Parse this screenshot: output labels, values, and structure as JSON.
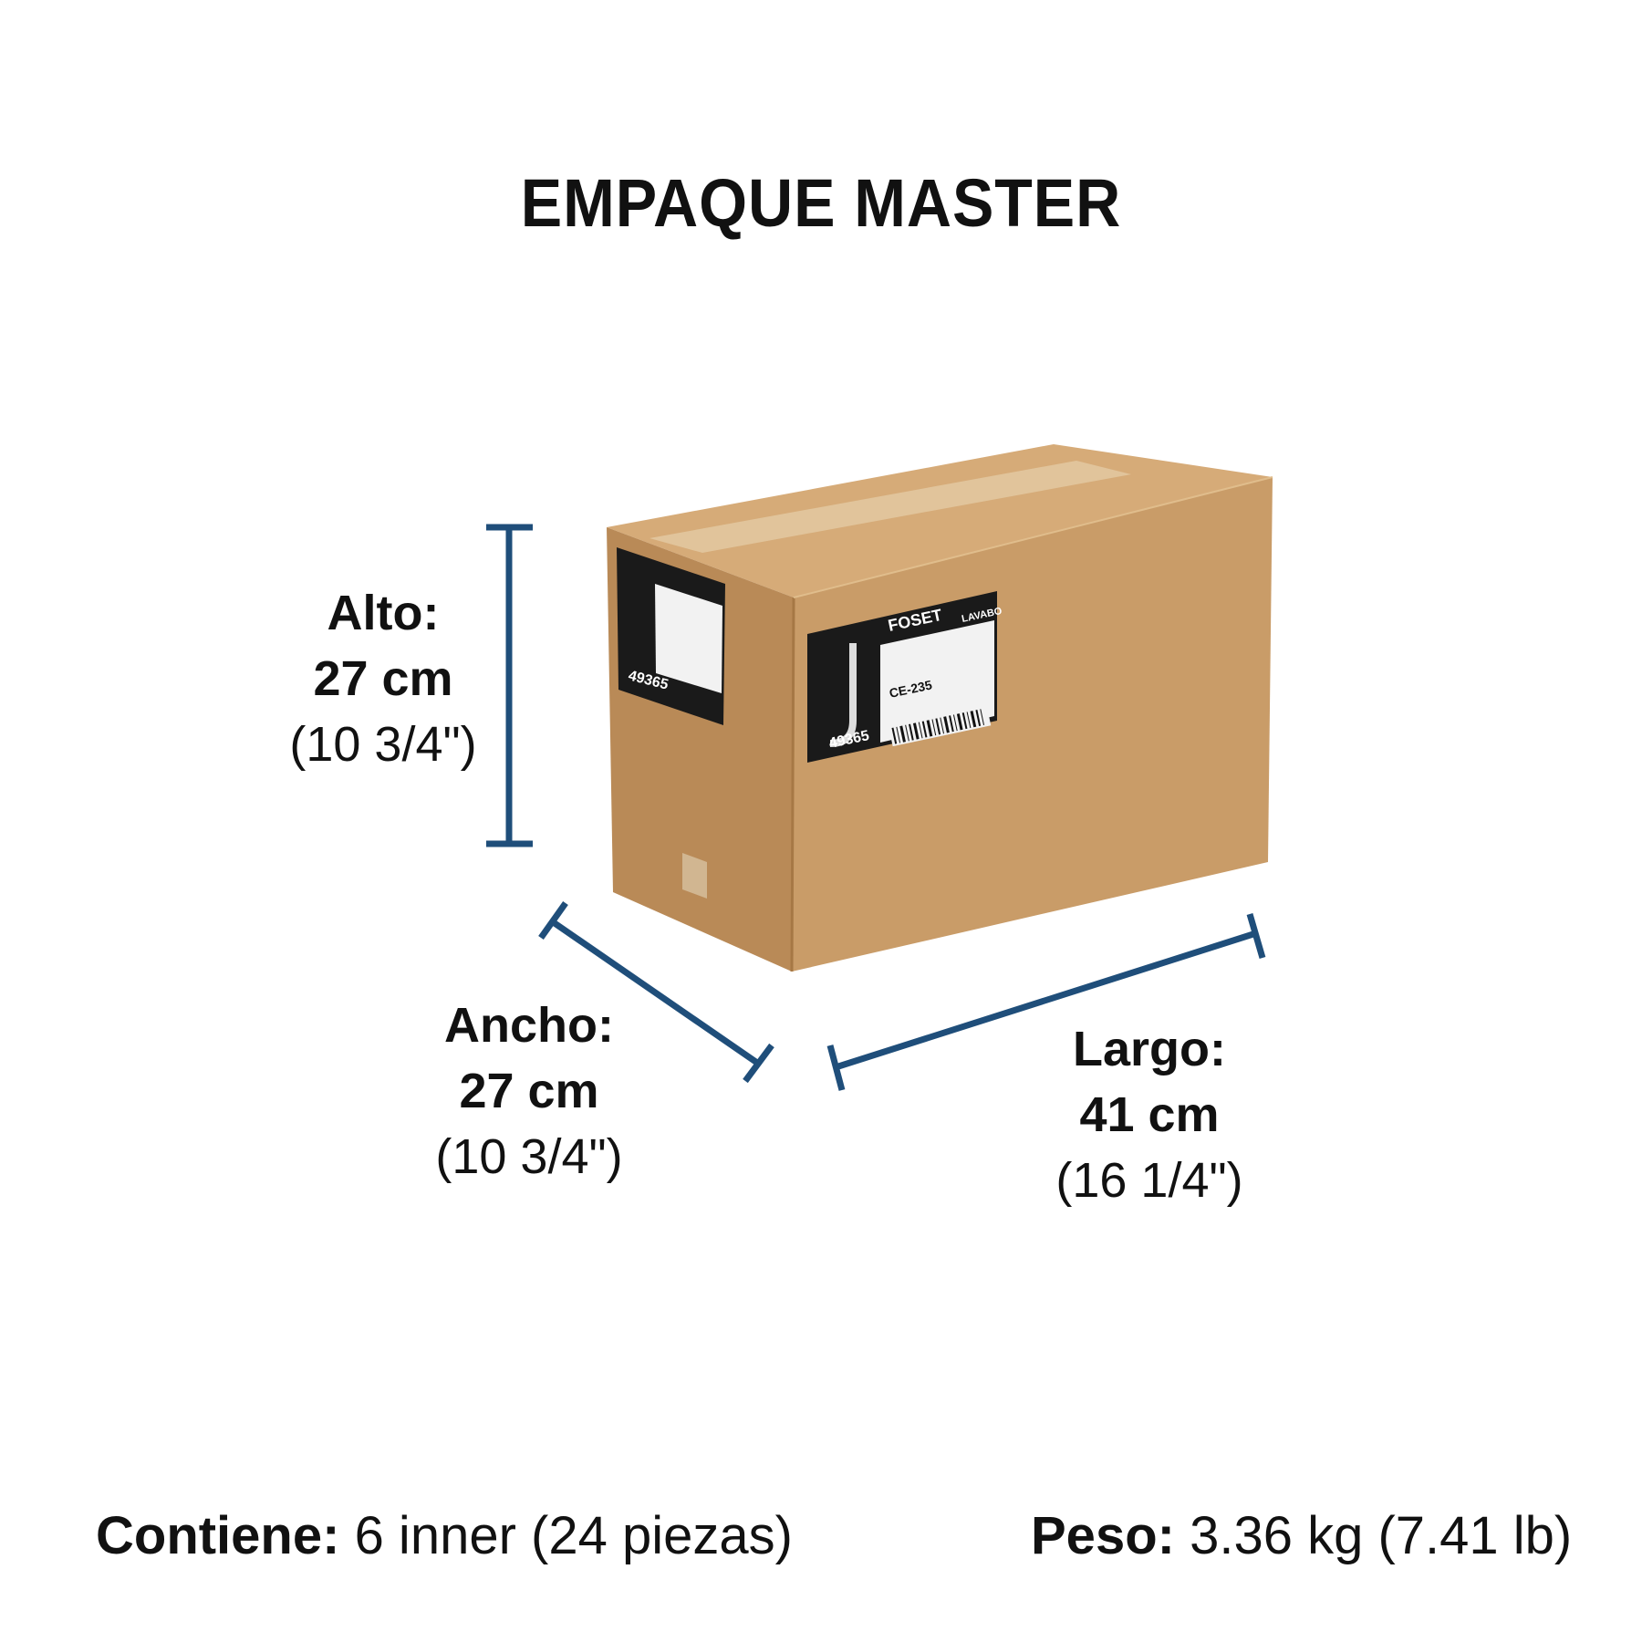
{
  "title": "EMPAQUE MASTER",
  "dimensions": {
    "alto": {
      "label": "Alto:",
      "metric": "27 cm",
      "imperial": "(10 3/4\")"
    },
    "ancho": {
      "label": "Ancho:",
      "metric": "27 cm",
      "imperial": "(10 3/4\")"
    },
    "largo": {
      "label": "Largo:",
      "metric": "41 cm",
      "imperial": "(16 1/4\")"
    }
  },
  "footer": {
    "contiene_label": "Contiene:",
    "contiene_value": "6 inner (24 piezas)",
    "peso_label": "Peso:",
    "peso_value": "3.36 kg (7.41 lb)"
  },
  "box_label": {
    "brand": "FOSET",
    "code": "49365",
    "line": "LAVABO",
    "model": "CE-235"
  },
  "colors": {
    "accent": "#1f4e7a",
    "cardboard_front": "#c89b68",
    "cardboard_side": "#b88858",
    "cardboard_top": "#d4aa78"
  }
}
